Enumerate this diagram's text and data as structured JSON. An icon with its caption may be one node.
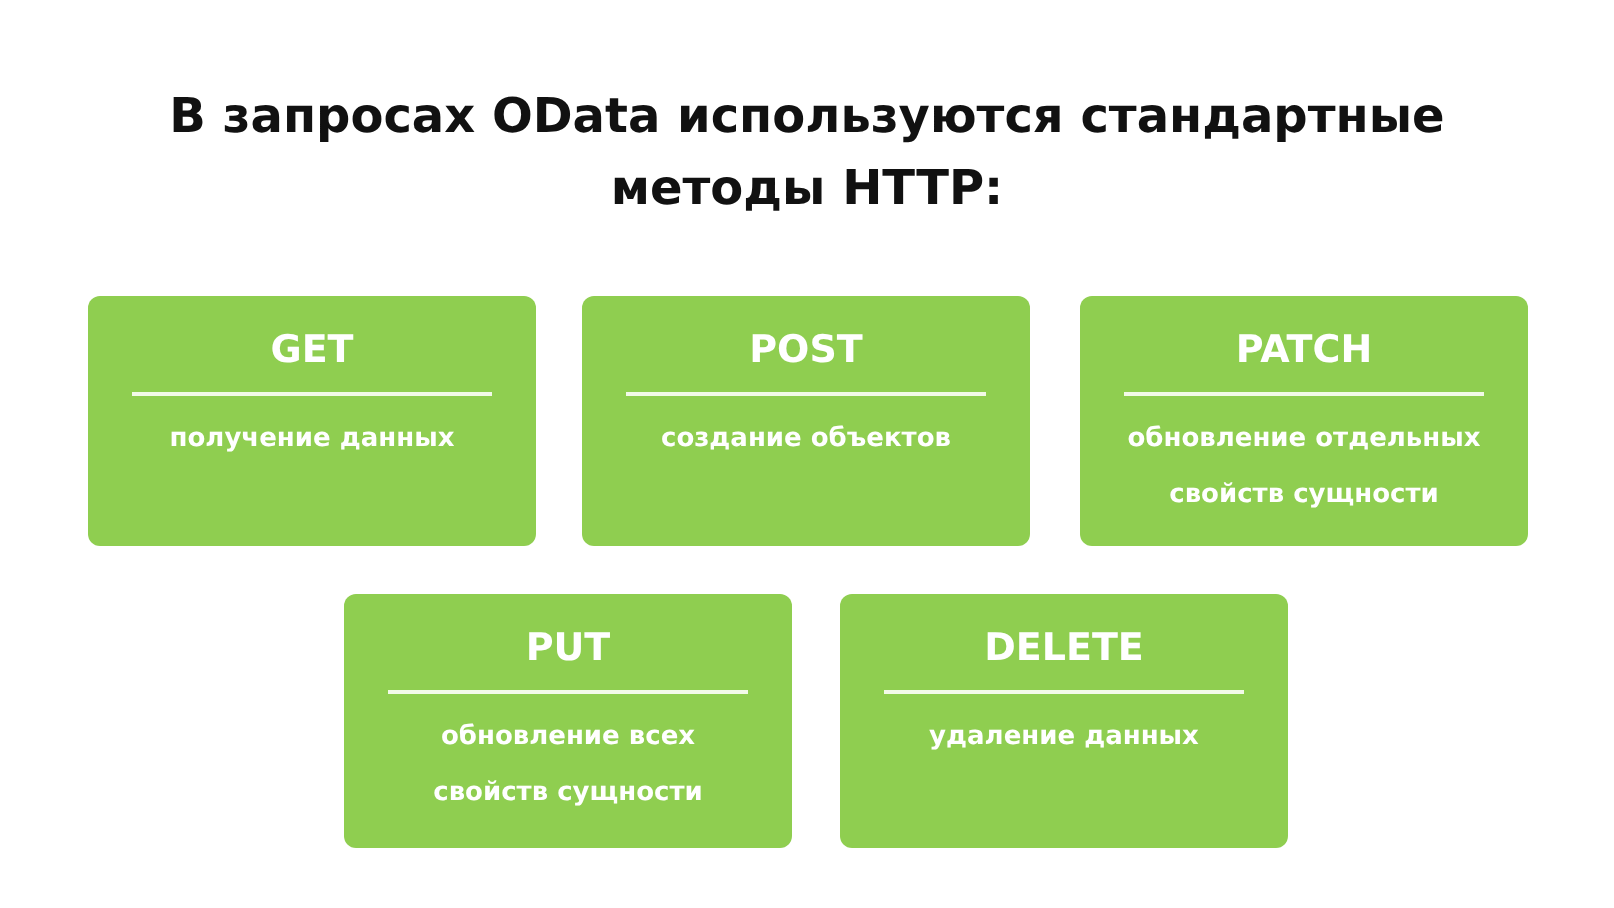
{
  "diagram": {
    "title": "В запросах OData используются стандартные методы HTTP:",
    "nodes": [
      {
        "text": [
          "GET",
          "получение данных"
        ]
      },
      {
        "text": [
          "POST",
          "создание объектов"
        ]
      },
      {
        "text": [
          "PATCH",
          "обновление отдельных свойств сущности"
        ]
      },
      {
        "text": [
          "PUT",
          "обновление всех свойств сущности"
        ]
      },
      {
        "text": [
          "DELETE",
          "удаление данных"
        ]
      }
    ]
  }
}
